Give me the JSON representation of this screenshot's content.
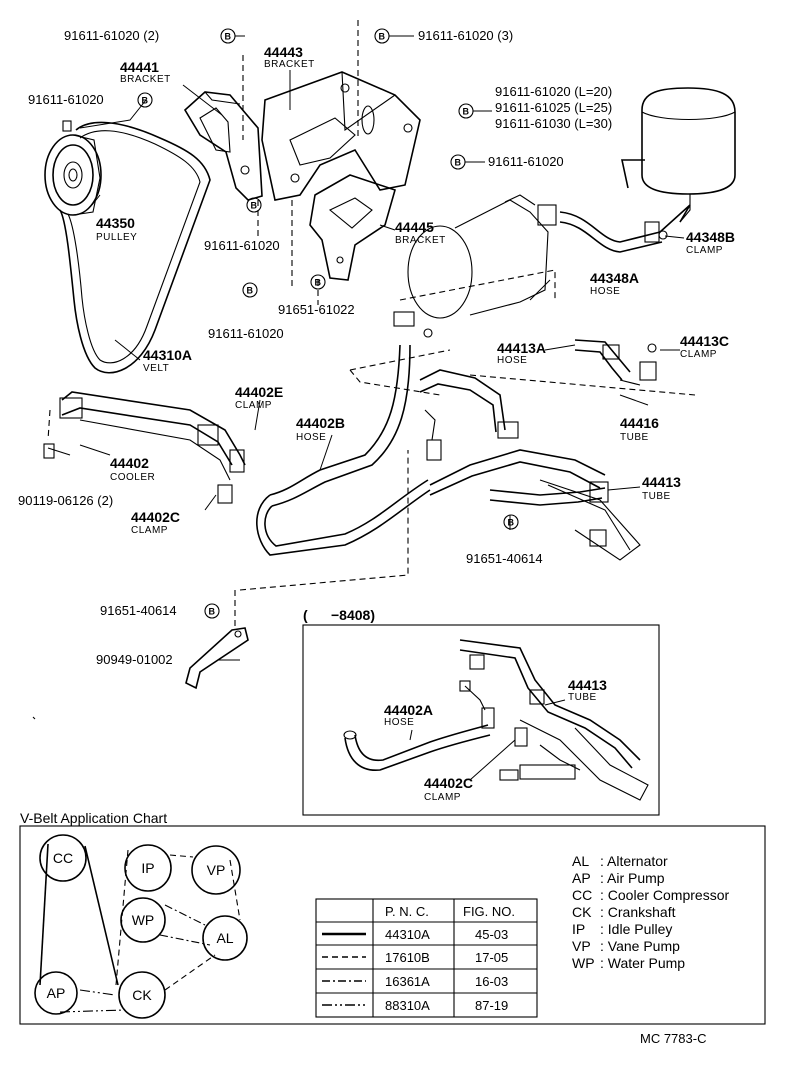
{
  "callouts": {
    "c1": "91611-61020 (2)",
    "c2": "91611-61020 (3)",
    "c3": "91611-61020",
    "c4_1": "91611-61020 (L=20)",
    "c4_2": "91611-61025 (L=25)",
    "c4_3": "91611-61030 (L=30)",
    "c5": "91611-61020",
    "c6": "91611-61020",
    "c7": "91651-61022",
    "c8": "91611-61020",
    "c9": "90119-06126 (2)",
    "c10": "91651-40614",
    "c11": "91651-40614",
    "c12": "90949-01002"
  },
  "bolt_letter": "B",
  "parts": {
    "p44441": {
      "num": "44441",
      "name": "BRACKET"
    },
    "p44443": {
      "num": "44443",
      "name": "BRACKET"
    },
    "p44350": {
      "num": "44350",
      "name": "PULLEY"
    },
    "p44445": {
      "num": "44445",
      "name": "BRACKET"
    },
    "p44348B": {
      "num": "44348B",
      "name": "CLAMP"
    },
    "p44348A": {
      "num": "44348A",
      "name": "HOSE"
    },
    "p44310A": {
      "num": "44310A",
      "name": "VELT"
    },
    "p44413A": {
      "num": "44413A",
      "name": "HOSE"
    },
    "p44413C": {
      "num": "44413C",
      "name": "CLAMP"
    },
    "p44402E": {
      "num": "44402E",
      "name": "CLAMP"
    },
    "p44402B": {
      "num": "44402B",
      "name": "HOSE"
    },
    "p44416": {
      "num": "44416",
      "name": "TUBE"
    },
    "p44402": {
      "num": "44402",
      "name": "COOLER"
    },
    "p44413": {
      "num": "44413",
      "name": "TUBE"
    },
    "p44402C": {
      "num": "44402C",
      "name": "CLAMP"
    }
  },
  "inset": {
    "label": "(      −8408)",
    "p44413": {
      "num": "44413",
      "name": "TUBE"
    },
    "p44402A": {
      "num": "44402A",
      "name": "HOSE"
    },
    "p44402C": {
      "num": "44402C",
      "name": "CLAMP"
    }
  },
  "chart": {
    "title": "V-Belt Application Chart",
    "nodes": [
      "CC",
      "IP",
      "VP",
      "WP",
      "AL",
      "AP",
      "CK"
    ],
    "table_headers": [
      "P. N. C.",
      "FIG. NO."
    ],
    "table_rows": [
      {
        "pnc": "44310A",
        "fig": "45-03"
      },
      {
        "pnc": "17610B",
        "fig": "17-05"
      },
      {
        "pnc": "16361A",
        "fig": "16-03"
      },
      {
        "pnc": "88310A",
        "fig": "87-19"
      }
    ],
    "legend": [
      {
        "code": "AL",
        "desc": ": Alternator"
      },
      {
        "code": "AP",
        "desc": ": Air Pump"
      },
      {
        "code": "CC",
        "desc": ": Cooler Compressor"
      },
      {
        "code": "CK",
        "desc": ": Crankshaft"
      },
      {
        "code": "IP",
        "desc": ": Idle Pulley"
      },
      {
        "code": "VP",
        "desc": ": Vane Pump"
      },
      {
        "code": "WP",
        "desc": ": Water Pump"
      }
    ]
  },
  "footer_code": "MC  7783-C"
}
